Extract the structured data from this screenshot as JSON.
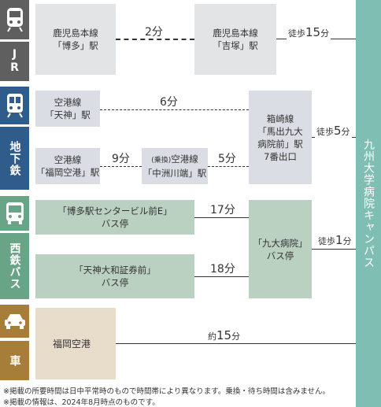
{
  "jr": {
    "label": "JR",
    "hakata_line": "鹿児島本線",
    "hakata_name": "「博多」駅",
    "ride_time": "2分",
    "yoshizuka_line": "鹿児島本線",
    "yoshizuka_name": "「吉塚」駅",
    "walk_prefix": "徒歩",
    "walk_num": "15",
    "walk_unit": "分"
  },
  "subway": {
    "label": "地下鉄",
    "tenjin_line": "空港線",
    "tenjin_name": "「天神」駅",
    "tenjin_time": "6分",
    "airport_line": "空港線",
    "airport_name": "「福岡空港」駅",
    "airport_time": "9分",
    "nakasu_line_pre": "(乗換)",
    "nakasu_line": "空港線",
    "nakasu_name": "「中洲川端」駅",
    "nakasu_time": "5分",
    "dest_line": "箱崎線",
    "dest_name1": "「馬出九大",
    "dest_name2": "病院前」駅",
    "dest_exit": "7番出口",
    "walk_prefix": "徒歩",
    "walk_num": "5",
    "walk_unit": "分"
  },
  "bus": {
    "label": "西鉄バス",
    "stop1_name": "「博多駅センタービル前E」",
    "stop1_type": "バス停",
    "stop1_time": "17分",
    "stop2_name": "「天神大和証券前」",
    "stop2_type": "バス停",
    "stop2_time": "18分",
    "dest_name": "「九大病院」",
    "dest_type": "バス停",
    "walk_prefix": "徒歩",
    "walk_num": "1",
    "walk_unit": "分"
  },
  "car": {
    "label": "車",
    "origin": "福岡空港",
    "time_prefix": "約",
    "time_num": "15",
    "time_unit": "分"
  },
  "destination": "九州大学病院キャンパス",
  "notes": [
    "※掲載の所要時間は日中平常時のもので時間帯により異なります。乗換・待ち時間は含みません。",
    "※掲載の情報は、2024年8月時点のものです。"
  ],
  "colors": {
    "jr": "#5f5f5f",
    "subway": "#2f5c8a",
    "bus": "#6aa487",
    "car": "#a77d3a",
    "destination": "#7fbfb3"
  },
  "icons": {
    "jr": "train-icon",
    "subway": "subway-icon",
    "bus": "bus-icon",
    "car": "car-icon"
  }
}
